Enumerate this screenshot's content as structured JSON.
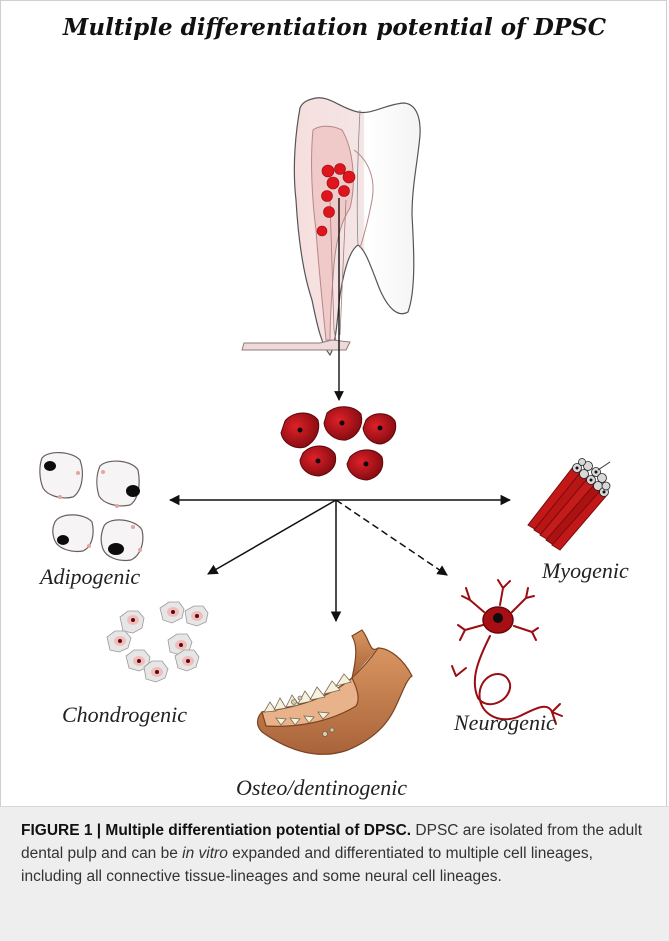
{
  "title": "Multiple differentiation potential of DPSC",
  "nodes": {
    "source": "Dental pulp (tooth)",
    "center": "DPSC",
    "adipogenic": "Adipogenic",
    "myogenic": "Myogenic",
    "chondrogenic": "Chondrogenic",
    "neurogenic": "Neurogenic",
    "osteo": "Osteo/dentinogenic"
  },
  "caption": {
    "label": "FIGURE 1 | Multiple differentiation potential of DPSC.",
    "text_part1": " DPSC are isolated from the adult dental pulp and can be ",
    "text_italic": "in vitro",
    "text_part2": " expanded and differentiated to multiple cell lineages, including all connective tissue-lineages and some neural cell lineages."
  },
  "colors": {
    "cell_red": "#c8101a",
    "cell_dark": "#8a0a10",
    "arrow": "#111111",
    "muscle": "#c21818",
    "jaw": "#c9834e"
  }
}
